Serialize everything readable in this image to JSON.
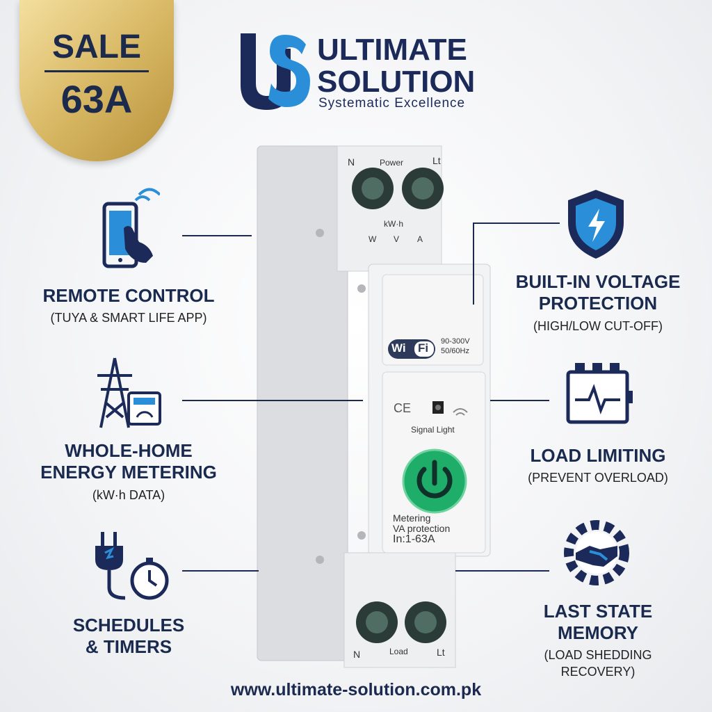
{
  "badge": {
    "line1": "SALE",
    "line2": "63A"
  },
  "logo": {
    "mark": "US",
    "line1": "ULTIMATE",
    "line2": "SOLUTION",
    "tagline": "Systematic Excellence"
  },
  "features": [
    {
      "title": "REMOTE CONTROL",
      "subtitle": "(TUYA & SMART LIFE APP)",
      "icon": "smartphone-touch-icon"
    },
    {
      "title": "WHOLE-HOME\nENERGY METERING",
      "title_a": "WHOLE-HOME",
      "title_b": "ENERGY METERING",
      "subtitle": "(kW·h DATA)",
      "icon": "power-tower-meter-icon"
    },
    {
      "title_a": "SCHEDULES",
      "title_b": "& TIMERS",
      "icon": "plug-timer-icon"
    },
    {
      "title_a": "BUILT-IN VOLTAGE",
      "title_b": "PROTECTION",
      "subtitle": "(HIGH/LOW CUT-OFF)",
      "icon": "shield-lightning-icon"
    },
    {
      "title": "LOAD LIMITING",
      "subtitle": "(PREVENT OVERLOAD)",
      "icon": "breaker-pulse-icon"
    },
    {
      "title_a": "LAST STATE",
      "title_b": "MEMORY",
      "subtitle_a": "(LOAD SHEDDING",
      "subtitle_b": "RECOVERY)",
      "icon": "gear-handshake-icon"
    }
  ],
  "device": {
    "top_n": "N",
    "top_power": "Power",
    "top_l": "Lt",
    "kwh": "kW·h",
    "w": "W",
    "v": "V",
    "a": "A",
    "wifi_a": "Wi",
    "wifi_b": "Fi",
    "voltage": "90-300V",
    "freq": "50/60Hz",
    "ce": "CE",
    "signal": "Signal Light",
    "label1": "Metering",
    "label2": "VA protection",
    "label3": "In:1-63A",
    "bottom_n": "N",
    "bottom_load": "Load",
    "bottom_l": "Lt"
  },
  "website": "www.ultimate-solution.com.pk",
  "colors": {
    "navy": "#1c2a4f",
    "gold": "#d8b864",
    "accent_blue": "#2a8fd8",
    "button_green": "#1fae6a"
  }
}
